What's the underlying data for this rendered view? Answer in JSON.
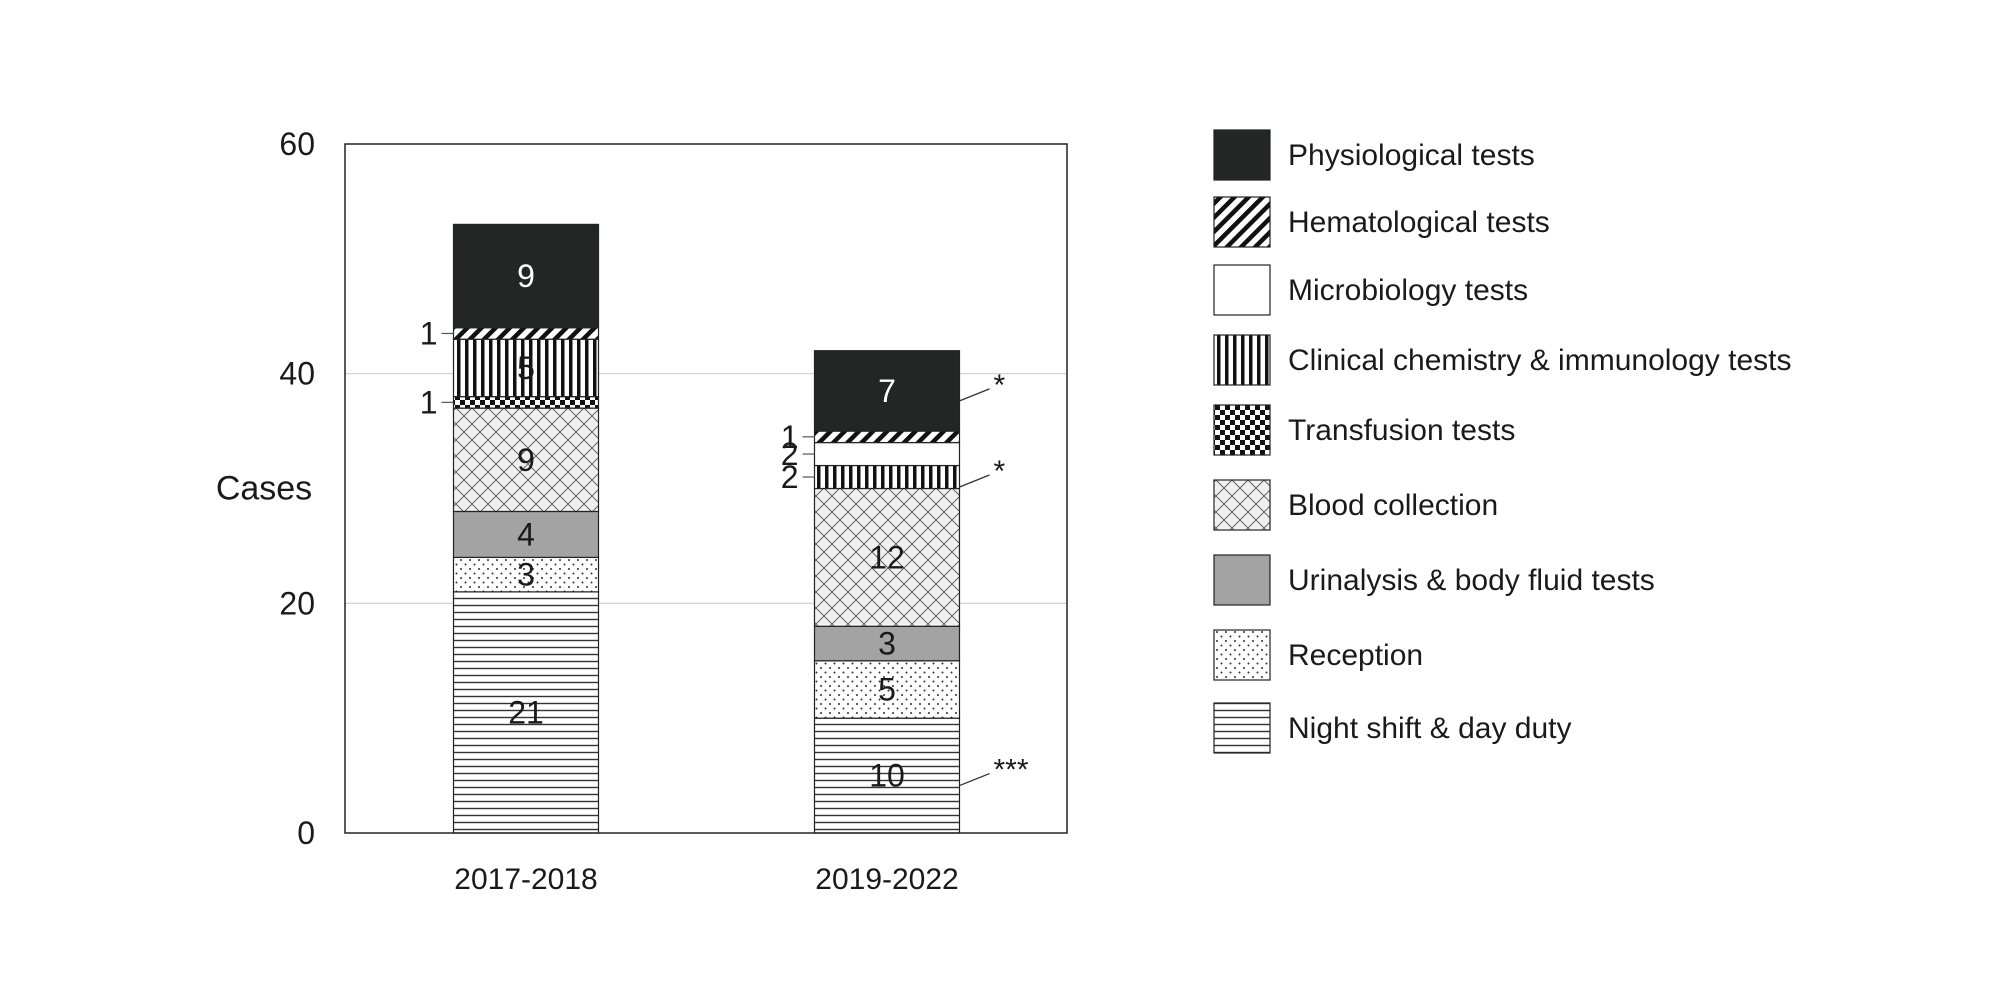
{
  "chart_data": {
    "type": "bar",
    "stacked": true,
    "categories": [
      "2017-2018",
      "2019-2022"
    ],
    "ylabel": "Cases",
    "ylim": [
      0,
      60
    ],
    "yticks": [
      0,
      20,
      40,
      60
    ],
    "grid": true,
    "legend_position": "right",
    "series": [
      {
        "name": "Night shift & day duty",
        "values": [
          21,
          10
        ],
        "pattern": "hlines",
        "significance": [
          "",
          "***"
        ]
      },
      {
        "name": "Reception",
        "values": [
          3,
          5
        ],
        "pattern": "dots",
        "significance": [
          "",
          ""
        ]
      },
      {
        "name": "Urinalysis & body fluid tests",
        "values": [
          4,
          3
        ],
        "pattern": "gray",
        "significance": [
          "",
          ""
        ]
      },
      {
        "name": "Blood collection",
        "values": [
          9,
          12
        ],
        "pattern": "crosshatch",
        "significance": [
          "",
          ""
        ]
      },
      {
        "name": "Transfusion tests",
        "values": [
          1,
          0
        ],
        "pattern": "checker",
        "significance": [
          "",
          ""
        ]
      },
      {
        "name": "Clinical chemistry & immunology tests",
        "values": [
          5,
          2
        ],
        "pattern": "vlines",
        "significance": [
          "",
          "*"
        ]
      },
      {
        "name": "Microbiology tests",
        "values": [
          0,
          2
        ],
        "pattern": "white",
        "significance": [
          "",
          ""
        ]
      },
      {
        "name": "Hematological tests",
        "values": [
          1,
          1
        ],
        "pattern": "diag",
        "significance": [
          "",
          ""
        ]
      },
      {
        "name": "Physiological tests",
        "values": [
          9,
          7
        ],
        "pattern": "dark",
        "significance": [
          "",
          "*"
        ]
      }
    ],
    "legend_order": [
      8,
      7,
      6,
      5,
      4,
      3,
      2,
      1,
      0
    ]
  }
}
